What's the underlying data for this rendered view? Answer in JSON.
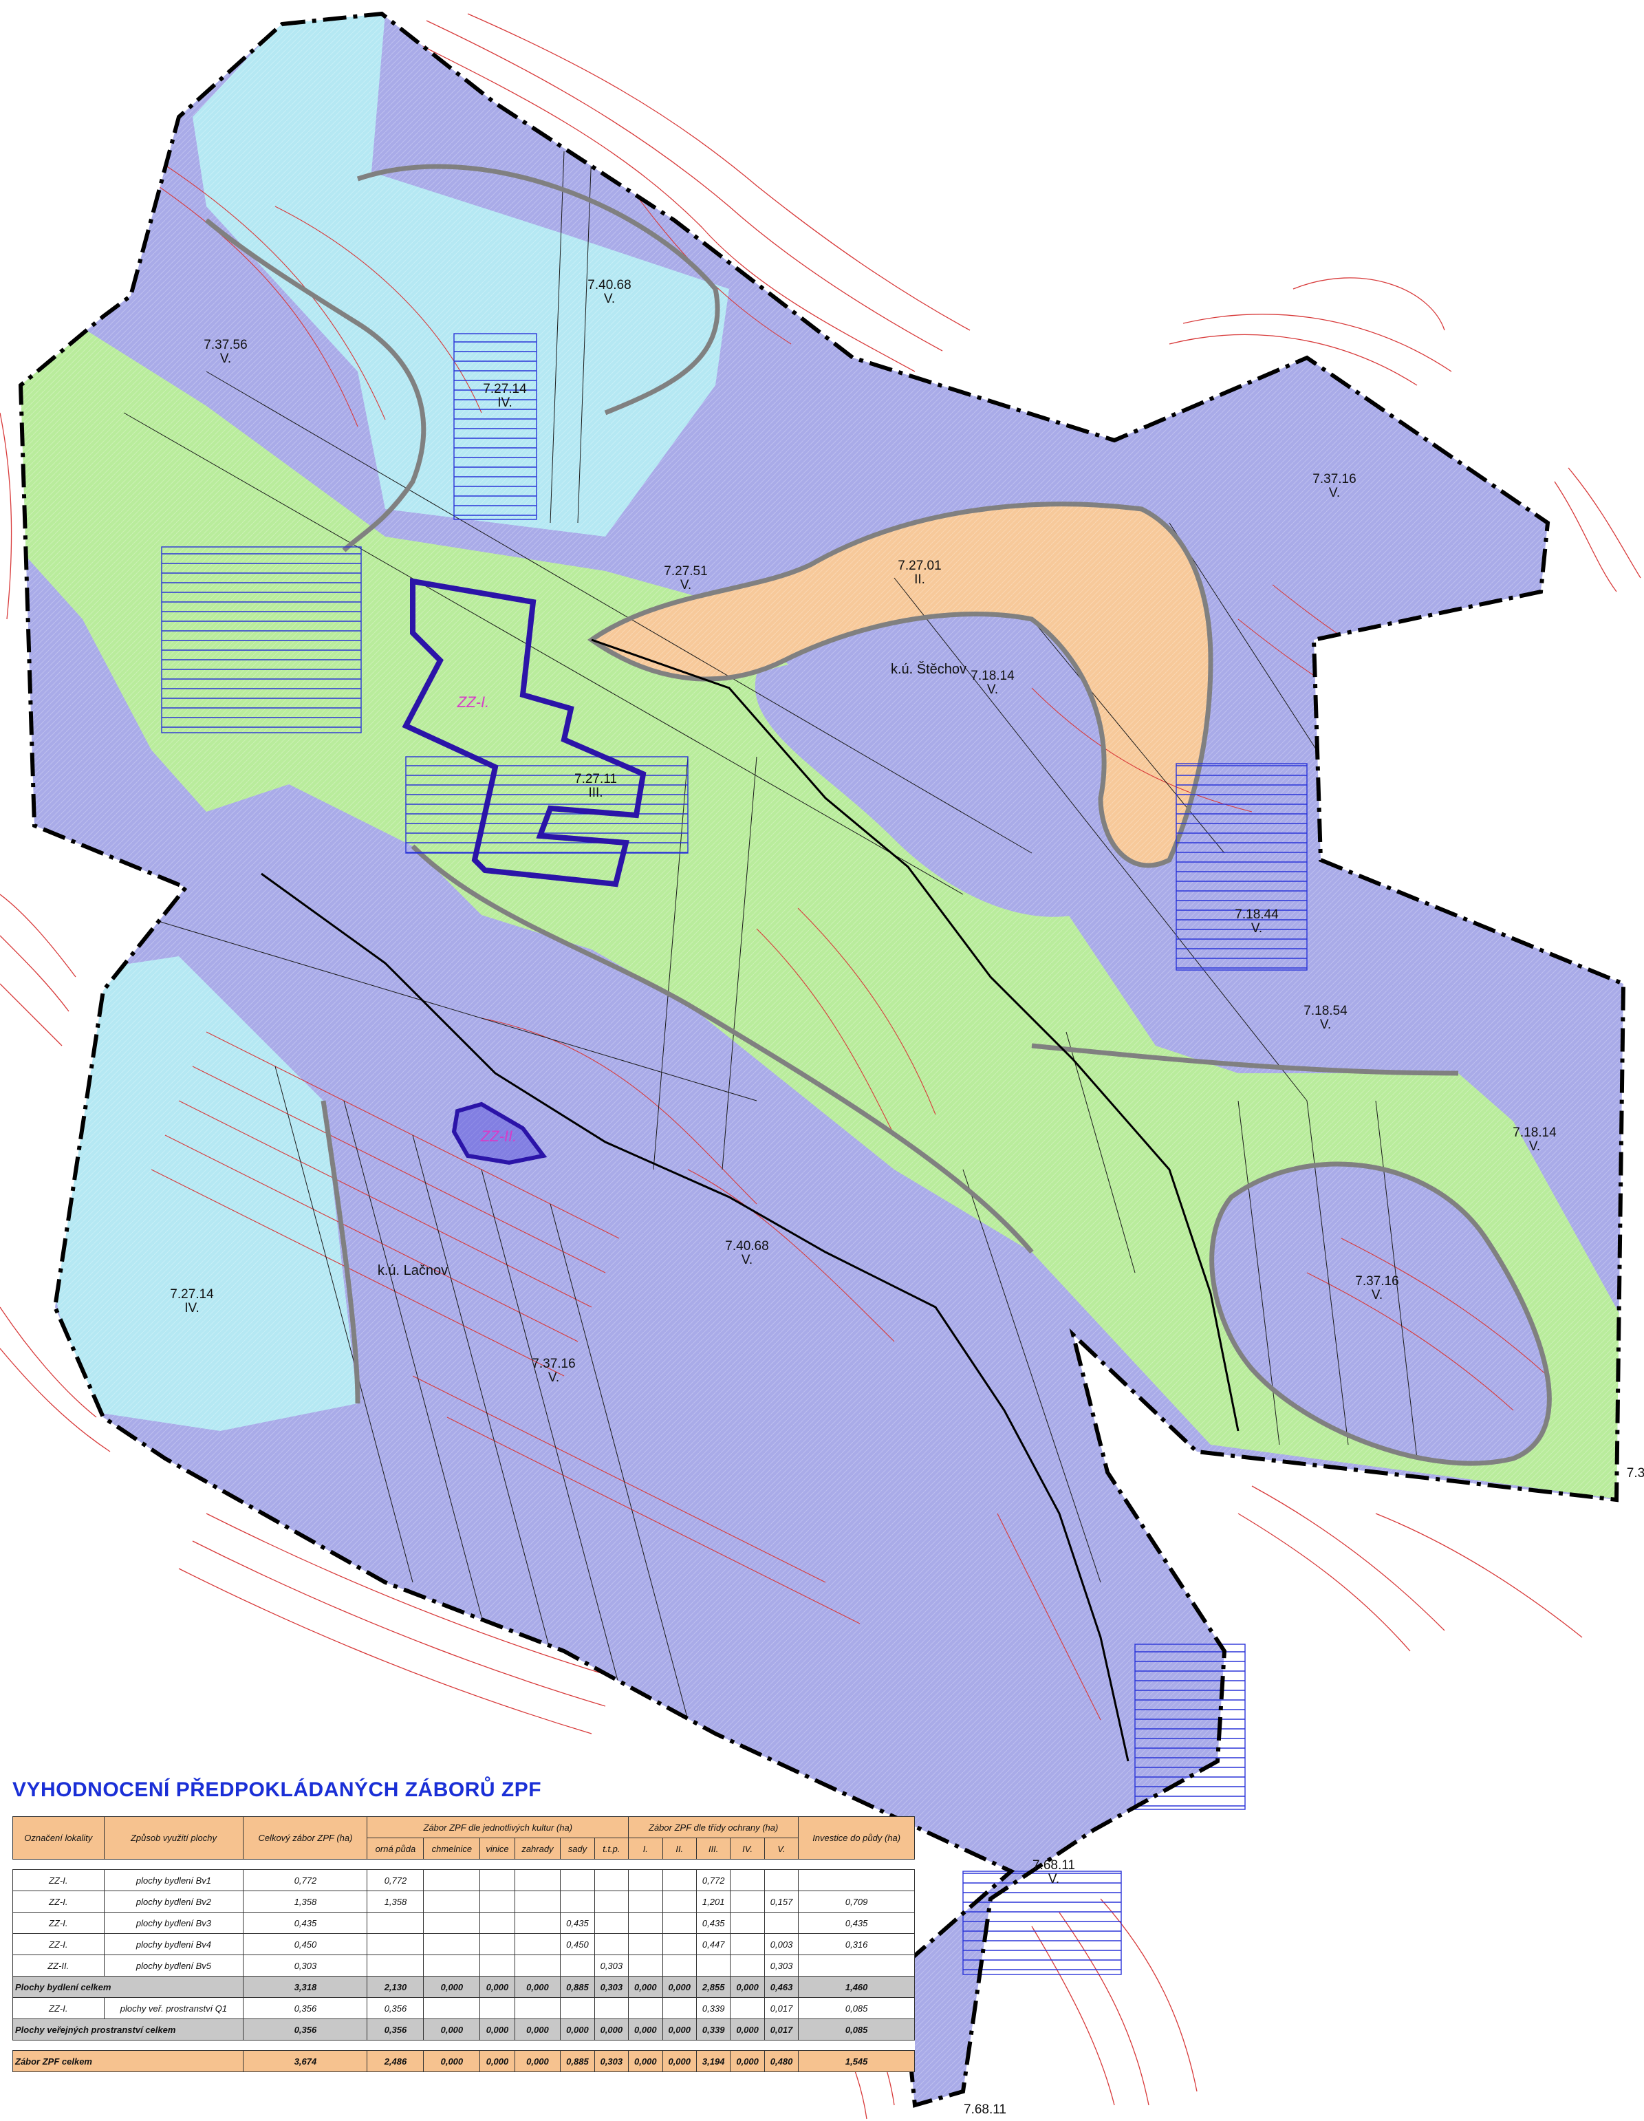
{
  "colors": {
    "class_I_II": "#f7c99a",
    "class_III": "#b9ec9c",
    "class_IV": "#b5e8f3",
    "class_V": "#a9abe8",
    "contour": "#d83a3a",
    "boundary": "#000000",
    "zz_outline": "#2b14a8",
    "hatch": "#2a34d8",
    "table_header": "#f6c28f",
    "title": "#1a2fd6"
  },
  "map": {
    "bpej_labels": [
      {
        "code": "7.40.68",
        "cls": "V."
      },
      {
        "code": "7.37.56",
        "cls": "V."
      },
      {
        "code": "7.27.14",
        "cls": "IV."
      },
      {
        "code": "7.37.16",
        "cls": "V."
      },
      {
        "code": "7.27.01",
        "cls": "II."
      },
      {
        "code": "7.27.51",
        "cls": "V."
      },
      {
        "code": "7.18.14",
        "cls": "V."
      },
      {
        "code": "7.27.11",
        "cls": "III."
      },
      {
        "code": "7.18.44",
        "cls": "V."
      },
      {
        "code": "7.18.54",
        "cls": "V."
      },
      {
        "code": "7.18.14",
        "cls": "V."
      },
      {
        "code": "7.40.68",
        "cls": "V."
      },
      {
        "code": "7.27.14",
        "cls": "IV."
      },
      {
        "code": "7.37.16",
        "cls": "V."
      },
      {
        "code": "7.37.16",
        "cls": "V."
      },
      {
        "code": "7.68.11",
        "cls": "V."
      }
    ],
    "bottom_label": "7.68.11",
    "edge_label": "7.3",
    "cadastral": {
      "stechov": "k.ú. Štěchov",
      "lacnov": "k.ú. Lačnov"
    },
    "zones": {
      "zz1": "ZZ-I.",
      "zz2": "ZZ-II."
    }
  },
  "table": {
    "title": "VYHODNOCENÍ PŘEDPOKLÁDANÝCH ZÁBORŮ ZPF",
    "headers": {
      "oznaceni": "Označení lokality",
      "zpusob": "Způsob využití plochy",
      "celkovy": "Celkový zábor ZPF (ha)",
      "kultury_group": "Zábor ZPF dle jednotlivých kultur (ha)",
      "tridy_group": "Zábor ZPF dle třídy ochrany (ha)",
      "investice": "Investice do půdy (ha)",
      "kultury": [
        "orná půda",
        "chmelnice",
        "vinice",
        "zahrady",
        "sady",
        "t.t.p."
      ],
      "tridy": [
        "I.",
        "II.",
        "III.",
        "IV.",
        "V."
      ]
    },
    "rows": [
      {
        "loc": "ZZ-I.",
        "use": "plochy bydlení Bv1",
        "total": "0,772",
        "orna": "0,772",
        "chmel": "",
        "vinice": "",
        "zahrady": "",
        "sady": "",
        "ttp": "",
        "t1": "",
        "t2": "",
        "t3": "0,772",
        "t4": "",
        "t5": "",
        "inv": ""
      },
      {
        "loc": "ZZ-I.",
        "use": "plochy bydlení Bv2",
        "total": "1,358",
        "orna": "1,358",
        "chmel": "",
        "vinice": "",
        "zahrady": "",
        "sady": "",
        "ttp": "",
        "t1": "",
        "t2": "",
        "t3": "1,201",
        "t4": "",
        "t5": "0,157",
        "inv": "0,709"
      },
      {
        "loc": "ZZ-I.",
        "use": "plochy bydlení Bv3",
        "total": "0,435",
        "orna": "",
        "chmel": "",
        "vinice": "",
        "zahrady": "",
        "sady": "0,435",
        "ttp": "",
        "t1": "",
        "t2": "",
        "t3": "0,435",
        "t4": "",
        "t5": "",
        "inv": "0,435"
      },
      {
        "loc": "ZZ-I.",
        "use": "plochy bydlení Bv4",
        "total": "0,450",
        "orna": "",
        "chmel": "",
        "vinice": "",
        "zahrady": "",
        "sady": "0,450",
        "ttp": "",
        "t1": "",
        "t2": "",
        "t3": "0,447",
        "t4": "",
        "t5": "0,003",
        "inv": "0,316"
      },
      {
        "loc": "ZZ-II.",
        "use": "plochy bydlení Bv5",
        "total": "0,303",
        "orna": "",
        "chmel": "",
        "vinice": "",
        "zahrady": "",
        "sady": "",
        "ttp": "0,303",
        "t1": "",
        "t2": "",
        "t3": "",
        "t4": "",
        "t5": "0,303",
        "inv": ""
      }
    ],
    "sum_bydleni": {
      "label": "Plochy bydlení celkem",
      "total": "3,318",
      "orna": "2,130",
      "chmel": "0,000",
      "vinice": "0,000",
      "zahrady": "0,000",
      "sady": "0,885",
      "ttp": "0,303",
      "t1": "0,000",
      "t2": "0,000",
      "t3": "2,855",
      "t4": "0,000",
      "t5": "0,463",
      "inv": "1,460"
    },
    "row_q1": {
      "loc": "ZZ-I.",
      "use": "plochy veř. prostranství Q1",
      "total": "0,356",
      "orna": "0,356",
      "chmel": "",
      "vinice": "",
      "zahrady": "",
      "sady": "",
      "ttp": "",
      "t1": "",
      "t2": "",
      "t3": "0,339",
      "t4": "",
      "t5": "0,017",
      "inv": "0,085"
    },
    "sum_verejne": {
      "label": "Plochy veřejných prostranství celkem",
      "total": "0,356",
      "orna": "0,356",
      "chmel": "0,000",
      "vinice": "0,000",
      "zahrady": "0,000",
      "sady": "0,000",
      "ttp": "0,000",
      "t1": "0,000",
      "t2": "0,000",
      "t3": "0,339",
      "t4": "0,000",
      "t5": "0,017",
      "inv": "0,085"
    },
    "sum_total": {
      "label": "Zábor ZPF celkem",
      "total": "3,674",
      "orna": "2,486",
      "chmel": "0,000",
      "vinice": "0,000",
      "zahrady": "0,000",
      "sady": "0,885",
      "ttp": "0,303",
      "t1": "0,000",
      "t2": "0,000",
      "t3": "3,194",
      "t4": "0,000",
      "t5": "0,480",
      "inv": "1,545"
    }
  }
}
